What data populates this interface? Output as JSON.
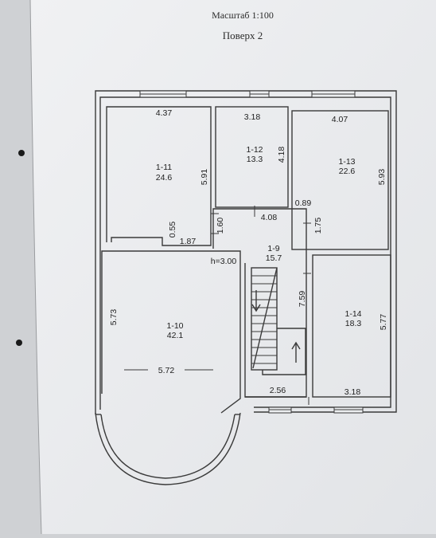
{
  "header": {
    "scale": "Масштаб 1:100",
    "floor": "Поверх 2"
  },
  "rooms": [
    {
      "id": "1-11",
      "area": "24.6"
    },
    {
      "id": "1-12",
      "area": "13.3"
    },
    {
      "id": "1-13",
      "area": "22.6"
    },
    {
      "id": "1-9",
      "area": "15.7"
    },
    {
      "id": "1-10",
      "area": "42.1"
    },
    {
      "id": "1-14",
      "area": "18.3"
    }
  ],
  "dimensions": {
    "d_4_37": "4.37",
    "d_3_18_top": "3.18",
    "d_4_07": "4.07",
    "d_5_91": "5.91",
    "d_4_18": "4.18",
    "d_5_93": "5.93",
    "d_0_89": "0.89",
    "d_4_08": "4.08",
    "d_1_60": "1.60",
    "d_1_75": "1.75",
    "d_0_55": "0.55",
    "d_1_87": "1.87",
    "d_7_59": "7.59",
    "d_5_73": "5.73",
    "d_5_72": "5.72",
    "d_5_77": "5.77",
    "d_2_56": "2.56",
    "d_3_18_bottom": "3.18"
  },
  "ceiling_height": "h=3.00",
  "colors": {
    "paper": "#eceef0",
    "line": "#3a3a3a",
    "text": "#1e1e1e"
  }
}
